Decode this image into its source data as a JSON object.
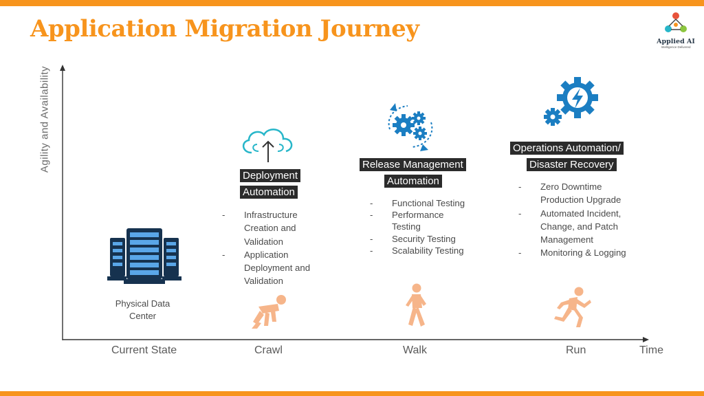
{
  "header": {
    "title": "Application Migration Journey"
  },
  "logo": {
    "name": "Applied AI",
    "tagline": "Intelligence Delivered"
  },
  "axes": {
    "y_label": "Agility and Availability",
    "x_label": "Time"
  },
  "stages": [
    {
      "x_label": "Current State",
      "box_label_lines": [
        "Physical Data",
        "Center"
      ],
      "icon": "server-rack-icon"
    },
    {
      "x_label": "Crawl",
      "title_lines": [
        "Deployment",
        "Automation"
      ],
      "icon": "cloud-upload-icon",
      "figure": "crawling-person-icon",
      "items": [
        "Infrastructure Creation and Validation",
        "Application Deployment and Validation"
      ]
    },
    {
      "x_label": "Walk",
      "title_lines": [
        "Release Management",
        "Automation"
      ],
      "icon": "gears-cycle-icon",
      "figure": "walking-person-icon",
      "items": [
        "Functional Testing",
        "Performance Testing",
        "Security Testing",
        "Scalability Testing"
      ]
    },
    {
      "x_label": "Run",
      "title_lines": [
        "Operations Automation/",
        "Disaster Recovery"
      ],
      "icon": "gear-lightning-icon",
      "figure": "running-person-icon",
      "items": [
        "Zero Downtime Production Upgrade",
        "Automated Incident, Change, and Patch Management",
        "Monitoring & Logging"
      ]
    }
  ],
  "colors": {
    "accent": "#f7941d",
    "icon_blue": "#1b7ec2",
    "teal": "#27b6c9",
    "figure": "#f6b58a"
  }
}
